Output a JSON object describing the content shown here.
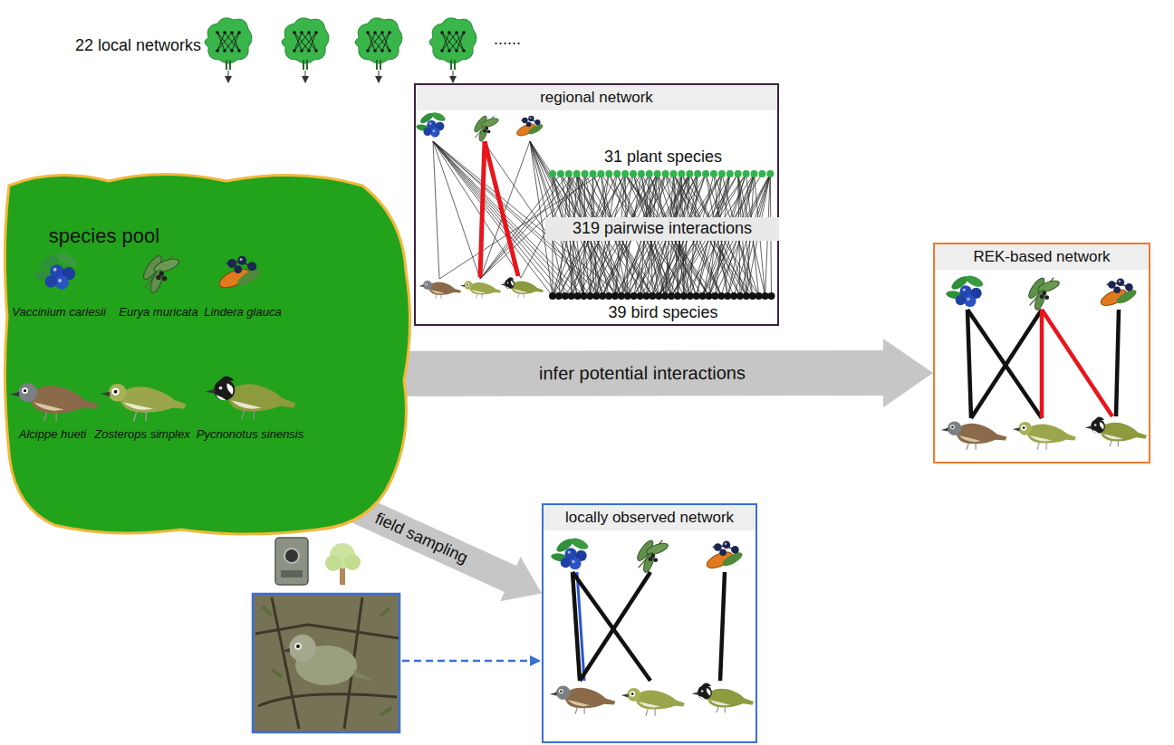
{
  "diagram": {
    "nodes": [
      {
        "text": [
          "regional network",
          "31 plant species",
          "319 pairwise interactions",
          "39 bird species"
        ]
      },
      {
        "text": [
          "species pool"
        ]
      },
      {
        "text": [
          "REK-based network"
        ]
      },
      {
        "text": [
          "locally observed network"
        ]
      }
    ],
    "edges": [
      {
        "from": 1,
        "to": 2,
        "arrow": "to",
        "label": "infer potential interactions"
      },
      {
        "from": 1,
        "to": 3,
        "arrow": "to",
        "label": "field sampling"
      }
    ],
    "labels": [
      "22 local networks",
      "......",
      "Vaccinium carlesii",
      "Eurya muricata",
      "Lindera glauca",
      "Alcippe hueti",
      "Zosterops simplex",
      "Pycnonotus sinensis"
    ]
  }
}
